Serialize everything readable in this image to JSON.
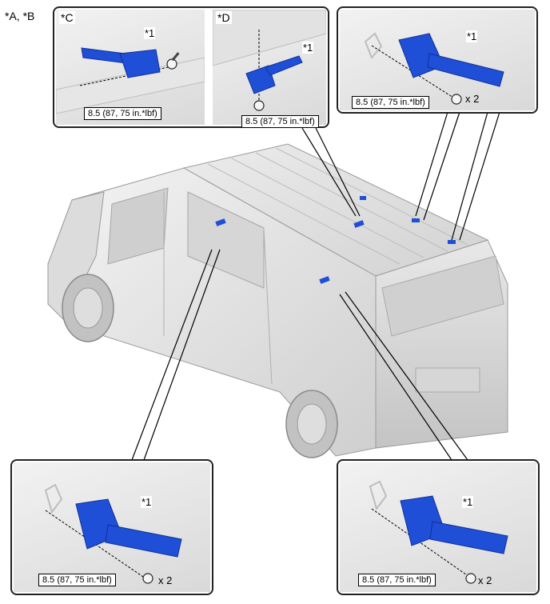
{
  "view_label": "*A, *B",
  "insets": {
    "c": {
      "tag": "*C",
      "callout": "*1",
      "torque": "8.5 (87, 75 in.*lbf)"
    },
    "d": {
      "tag": "*D",
      "callout": "*1",
      "torque": "8.5 (87, 75 in.*lbf)"
    },
    "top_right": {
      "callout": "*1",
      "torque": "8.5 (87, 75 in.*lbf)",
      "qty": "x 2"
    },
    "bottom_left": {
      "callout": "*1",
      "torque": "8.5 (87, 75 in.*lbf)",
      "qty": "x 2"
    },
    "bottom_right": {
      "callout": "*1",
      "torque": "8.5 (87, 75 in.*lbf)",
      "qty": "x 2"
    }
  },
  "colors": {
    "bracket": "#1f4fd6",
    "bracket_shadow": "#0f2f9a",
    "van_body": "#e4e4e4",
    "van_shade": "#c8c8c8",
    "outline": "#222222"
  }
}
